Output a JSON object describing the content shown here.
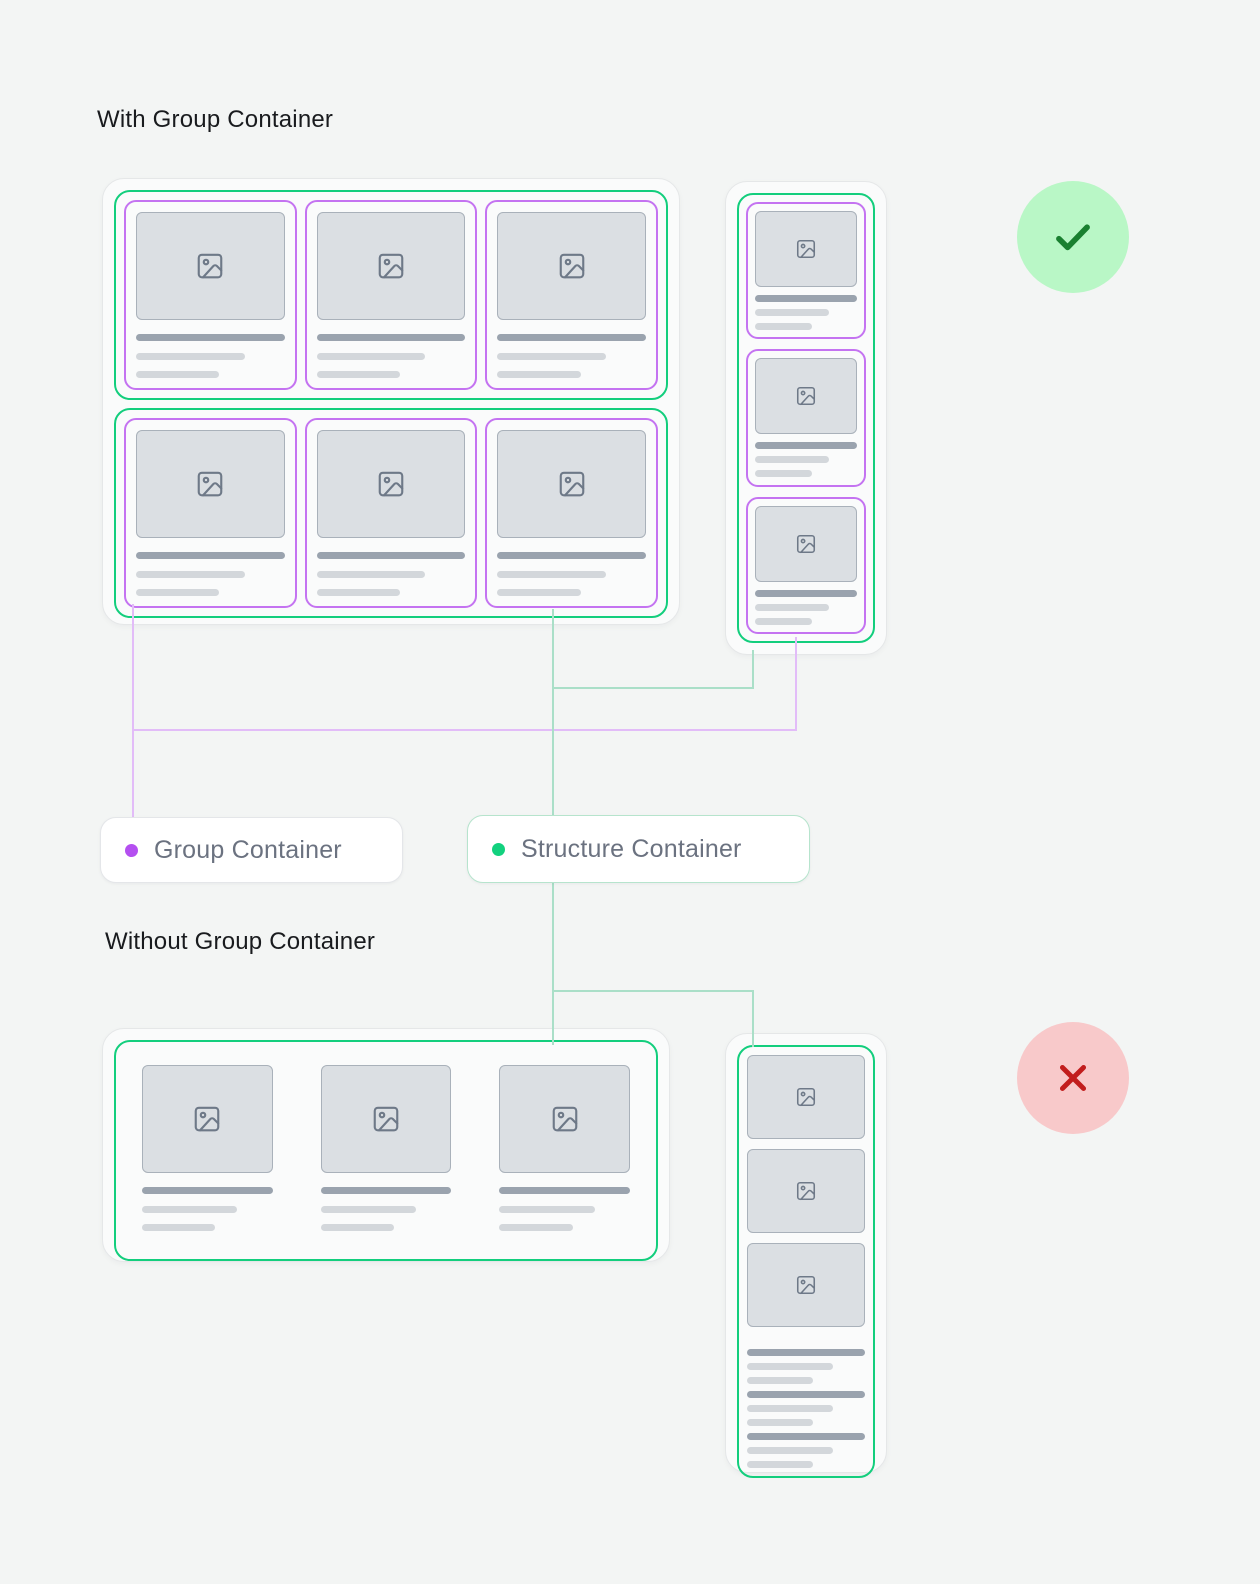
{
  "sections": {
    "with_group": {
      "title": "With Group Container"
    },
    "without_group": {
      "title": "Without Group Container"
    }
  },
  "legend": {
    "group": {
      "label": "Group Container"
    },
    "structure": {
      "label": "Structure Container"
    }
  },
  "icons": {
    "approved": "check-icon",
    "rejected": "x-icon",
    "card_media": "image-icon",
    "legend_group": "purple-dot-icon",
    "legend_structure": "green-dot-icon"
  },
  "colors": {
    "page_bg": "#f3f5f4",
    "card_bg": "#fafbfb",
    "card_border": "#e5e7e8",
    "structure_green": "#13ce7d",
    "group_purple": "#c473f1",
    "dot_purple": "#b44ff0",
    "dot_green": "#12d17e",
    "connector_purple": "#e2bcf8",
    "connector_green": "#aadfc8",
    "placeholder_bg": "#dbdfe3",
    "placeholder_border": "#a9b1ba",
    "icon_stroke": "#6e7988",
    "line_dark": "#9aa3ae",
    "line_light": "#d3d7db",
    "check_bg": "#b9f7c6",
    "check_mark": "#1a8030",
    "cross_bg": "#f8c9ca",
    "cross_mark": "#c21d1d",
    "title_text": "#191b1e",
    "legend_text": "#6b7280",
    "pill_bg": "#ffffff",
    "pill_border": "#e4e6e9",
    "pill_border_green": "#b6e4cd"
  }
}
